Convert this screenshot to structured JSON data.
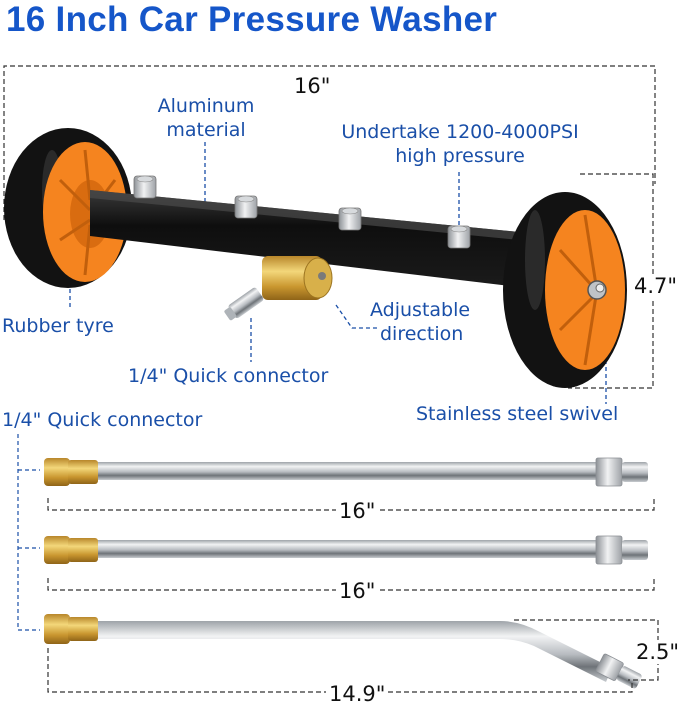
{
  "title": "16 Inch Car Pressure Washer",
  "colors": {
    "title_blue": "#1556c9",
    "label_blue": "#1a4fa8",
    "tyre_black": "#151515",
    "hub_orange": "#f5841f",
    "brass": "#d4a93a",
    "steel": "#c9cdd2"
  },
  "main_unit": {
    "width_dimension": "16\"",
    "height_dimension": "4.7\"",
    "callouts": {
      "aluminum_line1": "Aluminum",
      "aluminum_line2": "material",
      "pressure_line1": "Undertake 1200-4000PSI",
      "pressure_line2": "high pressure",
      "rubber_tyre": "Rubber tyre",
      "adjustable_line1": "Adjustable",
      "adjustable_line2": "direction",
      "quick_connector": "1/4\" Quick connector",
      "swivel": "Stainless steel swivel"
    }
  },
  "extension_wands": {
    "connector_label": "1/4\" Quick connector",
    "wands": [
      {
        "type": "straight",
        "length": "16\""
      },
      {
        "type": "straight",
        "length": "16\""
      },
      {
        "type": "angled",
        "length": "14.9\"",
        "offset": "2.5\""
      }
    ]
  }
}
